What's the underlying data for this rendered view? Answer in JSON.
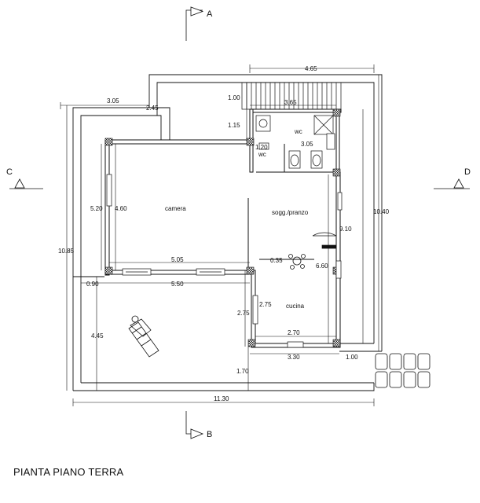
{
  "title": "PIANTA PIANO TERRA",
  "sections": {
    "a": "A",
    "b": "B",
    "c": "C",
    "d": "D"
  },
  "rooms": {
    "camera": "camera",
    "soggiorno": "sogg./pranzo",
    "cucina": "cucina",
    "wc": "wc",
    "wc_small": "wc"
  },
  "dimensions": {
    "top_465": "4.65",
    "top_305": "3.05",
    "top_245": "2.45",
    "d_100_top": "1.00",
    "d_365": "3.65",
    "d_115": "1.15",
    "d_305_wc": "3.05",
    "d_120": "1.20",
    "left_520": "5.20",
    "left_460": "4.60",
    "right_1040": "10.40",
    "right_910": "9.10",
    "left_1085": "10.85",
    "d_505": "5.05",
    "d_035": "0.35",
    "d_660": "6.60",
    "d_090": "0.90",
    "d_550": "5.50",
    "d_275_in": "2.75",
    "d_275_out": "2.75",
    "d_270": "2.70",
    "left_445": "4.45",
    "d_330": "3.30",
    "d_100_bot": "1.00",
    "d_170": "1.70",
    "bottom_1130": "11.30"
  }
}
